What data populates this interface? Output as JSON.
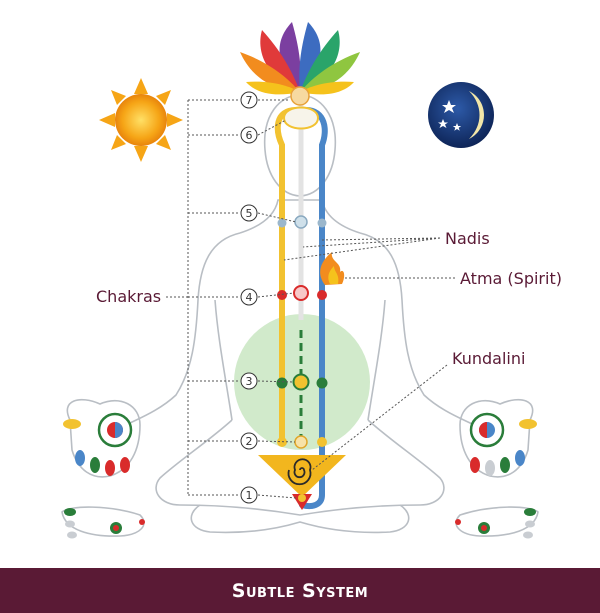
{
  "labels": {
    "chakras": "Chakras",
    "nadis": "Nadis",
    "atma": "Atma (Spirit)",
    "kundalini": "Kundalini"
  },
  "chakra_numbers": [
    "1",
    "2",
    "3",
    "4",
    "5",
    "6",
    "7"
  ],
  "footer": {
    "title": "Subtle System"
  },
  "icons": {
    "sun": "sun-icon",
    "moon": "moon-stars-icon",
    "lotus": "lotus-icon",
    "flame": "flame-icon",
    "spiral": "kundalini-spiral-icon"
  },
  "colors": {
    "footer_bg": "#5a1a35",
    "label_text": "#5a1a35",
    "left_channel": "#f2c230",
    "right_channel": "#4a86c8",
    "center_channel": "#2a7d3a",
    "void": "#c9e6c2"
  }
}
